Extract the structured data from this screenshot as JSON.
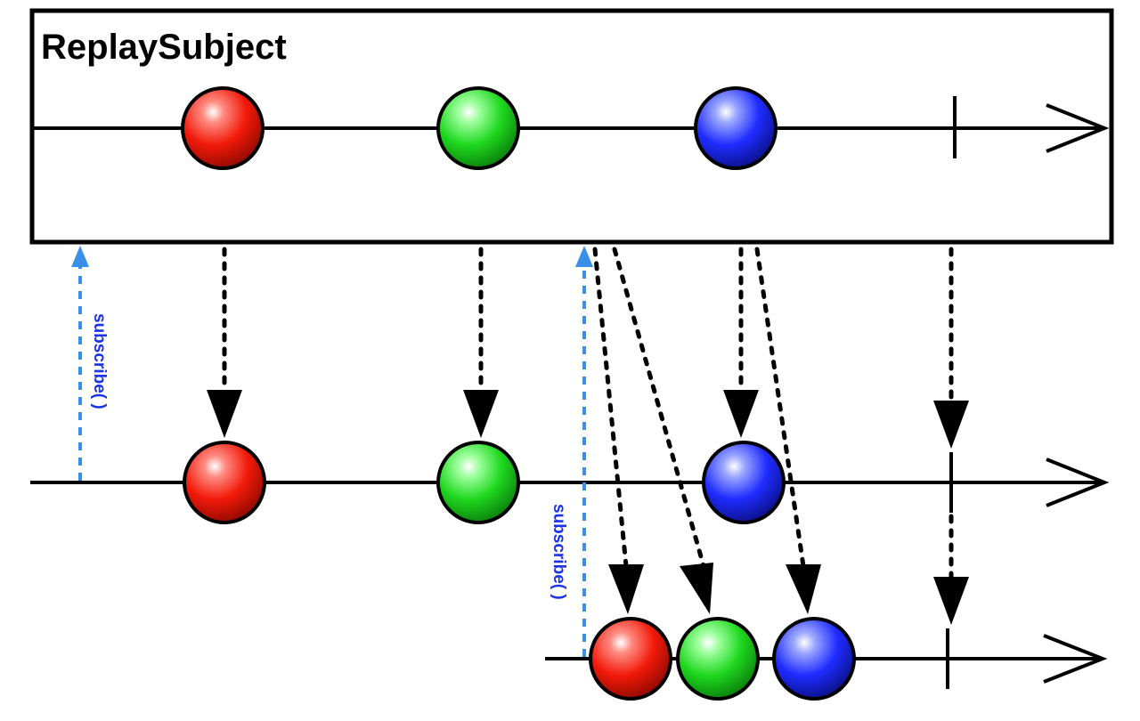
{
  "title": "ReplaySubject",
  "subscribe_label": "subscribe( )",
  "colors": {
    "red": "#ff2a1a",
    "green": "#22e022",
    "blue": "#1f2cff",
    "subscribe": "#3a8fe8",
    "subscribe_text": "#1a33e6",
    "line": "#000000"
  },
  "events": [
    {
      "name": "red-marble",
      "color": "red"
    },
    {
      "name": "green-marble",
      "color": "green"
    },
    {
      "name": "blue-marble",
      "color": "blue"
    },
    {
      "name": "completion",
      "color": "line"
    }
  ],
  "subscribers": [
    {
      "name": "first-subscriber",
      "subscribes_before": "red-marble",
      "receives": [
        "red-marble",
        "green-marble",
        "blue-marble",
        "completion"
      ]
    },
    {
      "name": "second-subscriber",
      "subscribes_before": "blue-marble",
      "receives": [
        "red-marble",
        "green-marble",
        "blue-marble",
        "completion"
      ],
      "replayed": [
        "red-marble",
        "green-marble"
      ]
    }
  ]
}
